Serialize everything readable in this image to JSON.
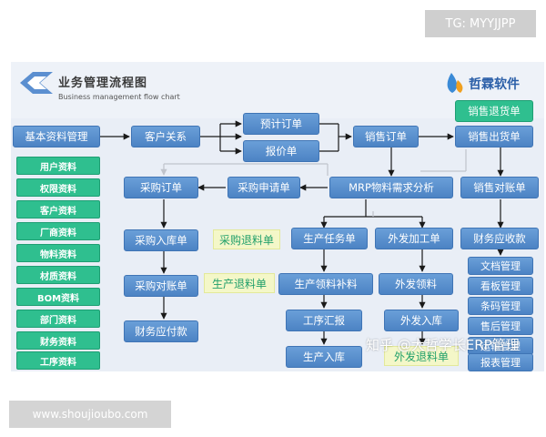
{
  "badges": {
    "tg": "TG: MYYJJPP",
    "url": "www.shoujioubo.com"
  },
  "header": {
    "title": "业务管理流程图",
    "subtitle": "Business management flow chart",
    "brand": "哲霖软件"
  },
  "left_modules": [
    "用户资料",
    "权限资料",
    "客户资料",
    "厂商资料",
    "物料资料",
    "材质资料",
    "BOM资料",
    "部门资料",
    "财务资料",
    "工序资料"
  ],
  "nodes": {
    "base": "基本资料管理",
    "customer": "客户关系",
    "presale": "预计订单",
    "quote": "报价单",
    "sales_order": "销售订单",
    "sales_return": "销售退货单",
    "sales_ship": "销售出货单",
    "po": "采购订单",
    "pr": "采购申请单",
    "mrp": "MRP物料需求分析",
    "sales_recon": "销售对账单",
    "purchase_in": "采购入库单",
    "purchase_return": "采购退料单",
    "prod_task": "生产任务单",
    "outsource": "外发加工单",
    "ar": "财务应收款",
    "purchase_recon": "采购对账单",
    "prod_return": "生产退料单",
    "prod_issue": "生产领料补料",
    "out_issue": "外发领料",
    "ap": "财务应付款",
    "work_report": "工序汇报",
    "out_in": "外发入库",
    "prod_in": "生产入库",
    "out_return": "外发退料单"
  },
  "right_modules": [
    "文档管理",
    "看板管理",
    "条码管理",
    "售后管理",
    "运输管理",
    "报表管理"
  ],
  "watermark": "知乎 @大哲学长ERP管理"
}
